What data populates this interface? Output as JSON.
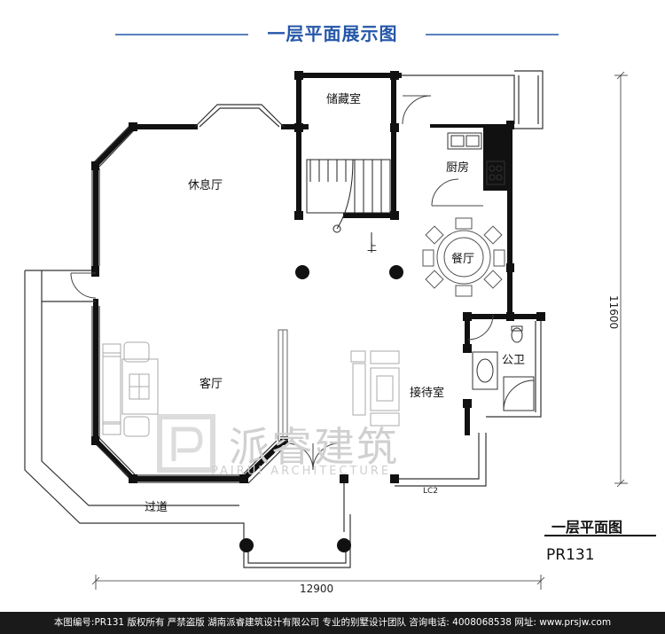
{
  "header": {
    "title": "一层平面展示图"
  },
  "rooms": {
    "storage": "储藏室",
    "lounge": "休息厅",
    "kitchen": "厨房",
    "dining": "餐厅",
    "stairs_up": "上",
    "living": "客厅",
    "bathroom": "公卫",
    "reception": "接待室",
    "corridor": "过道"
  },
  "dimensions": {
    "width": "12900",
    "height": "11600",
    "window_code": "LC2"
  },
  "legend": {
    "title": "一层平面图",
    "code": "PR131"
  },
  "watermark": {
    "chinese": "派睿建筑",
    "english": "PAIRUI ARCHITECTURE"
  },
  "footer": {
    "text": "本图编号:PR131 版权所有 严禁盗版 湖南派睿建筑设计有限公司 专业的别墅设计团队 咨询电话: 4008068538 网址: www.prsjw.com"
  },
  "colors": {
    "title": "#2457a8",
    "wall": "#111111",
    "footer_bg": "#1a1a1a"
  }
}
